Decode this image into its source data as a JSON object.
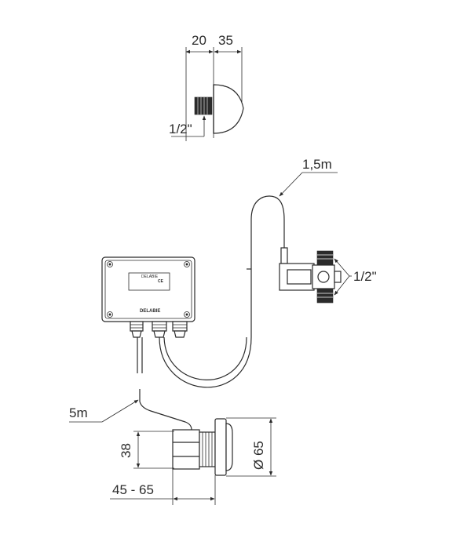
{
  "dimensions": {
    "button_thread_depth": "20",
    "button_head_depth": "35",
    "button_thread_size": "1/2\"",
    "valve_cable_length": "1,5m",
    "valve_thread_size": "1/2\"",
    "sensor_cable_length": "5m",
    "sensor_body_height": "38",
    "wall_thickness_range": "45 - 65",
    "flange_diameter": "Ø 65"
  },
  "control_box": {
    "brand": "DELABIE",
    "label_line1": "DELABIE",
    "label_line2": "",
    "label_line3": ""
  }
}
